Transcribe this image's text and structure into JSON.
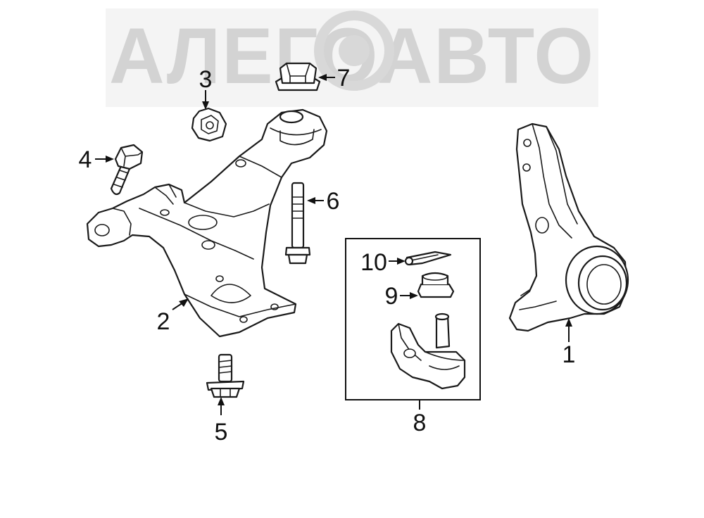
{
  "watermark": {
    "text": "АЛЕГОАВТО",
    "color": "#cfcfcf"
  },
  "callouts": {
    "c1": "1",
    "c2": "2",
    "c3": "3",
    "c4": "4",
    "c5": "5",
    "c6": "6",
    "c7": "7",
    "c8": "8",
    "c9": "9",
    "c10": "10"
  },
  "colors": {
    "line": "#1a1a1a",
    "background": "#ffffff"
  }
}
